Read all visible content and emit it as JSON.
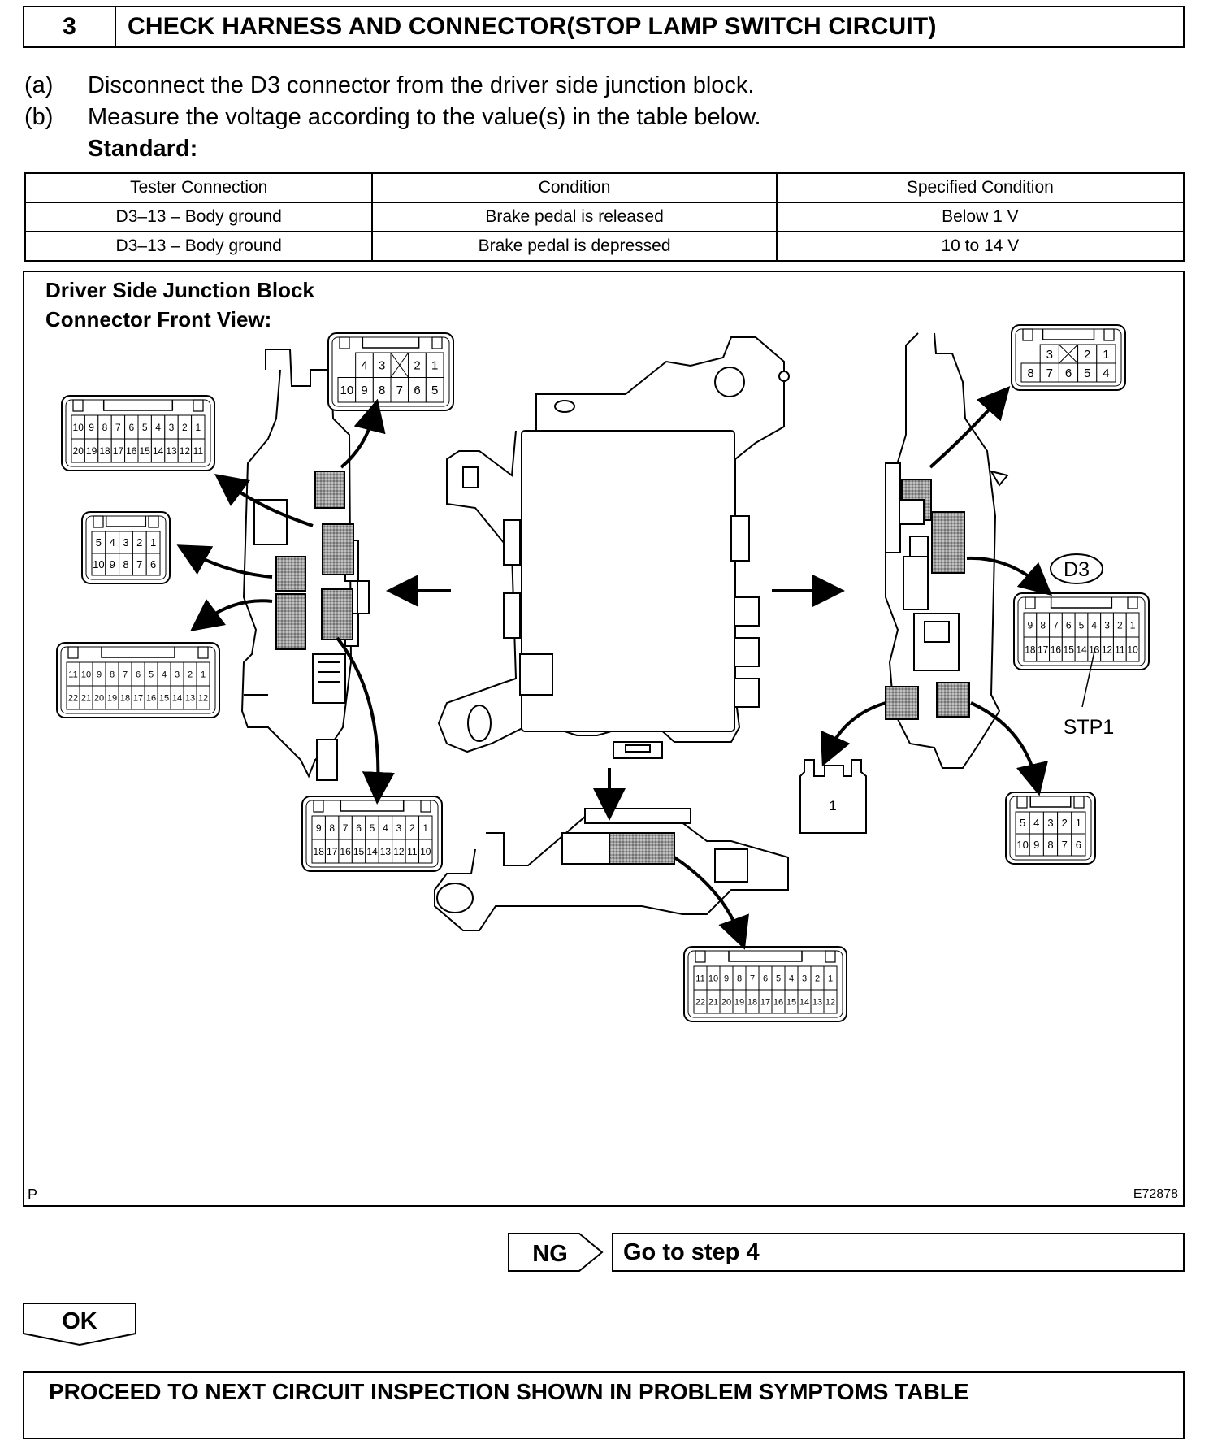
{
  "step": {
    "number": "3",
    "title": "CHECK HARNESS AND CONNECTOR(STOP LAMP SWITCH CIRCUIT)"
  },
  "instructions": [
    {
      "label": "(a)",
      "text": "Disconnect the D3 connector from the driver side junction block."
    },
    {
      "label": "(b)",
      "text": "Measure the voltage according to the value(s) in the table below."
    }
  ],
  "standard_label": "Standard:",
  "spec_table": {
    "headers": [
      "Tester Connection",
      "Condition",
      "Specified Condition"
    ],
    "rows": [
      [
        "D3–13 – Body ground",
        "Brake pedal is released",
        "Below 1 V"
      ],
      [
        "D3–13 – Body ground",
        "Brake pedal is depressed",
        "10 to 14 V"
      ]
    ]
  },
  "figure": {
    "title_line1": "Driver Side Junction Block",
    "title_line2": "Connector Front View:",
    "d3_label": "D3",
    "stp1_label": "STP1",
    "single_pin_label": "1",
    "corner_letter": "P",
    "code": "E72878",
    "connectors": {
      "top_left_row1": [
        "4",
        "3",
        "",
        "2",
        "1"
      ],
      "top_left_row2": [
        "10",
        "9",
        "8",
        "7",
        "6",
        "5"
      ],
      "left_20_row1": [
        "10",
        "9",
        "8",
        "7",
        "6",
        "5",
        "4",
        "3",
        "2",
        "1"
      ],
      "left_20_row2": [
        "20",
        "19",
        "18",
        "17",
        "16",
        "15",
        "14",
        "13",
        "12",
        "11"
      ],
      "left_10_row1": [
        "5",
        "4",
        "3",
        "2",
        "1"
      ],
      "left_10_row2": [
        "10",
        "9",
        "8",
        "7",
        "6"
      ],
      "left_22_row1": [
        "11",
        "10",
        "9",
        "8",
        "7",
        "6",
        "5",
        "4",
        "3",
        "2",
        "1"
      ],
      "left_22_row2": [
        "22",
        "21",
        "20",
        "19",
        "18",
        "17",
        "16",
        "15",
        "14",
        "13",
        "12"
      ],
      "bottom_18_row1": [
        "9",
        "8",
        "7",
        "6",
        "5",
        "4",
        "3",
        "2",
        "1"
      ],
      "bottom_18_row2": [
        "18",
        "17",
        "16",
        "15",
        "14",
        "13",
        "12",
        "11",
        "10"
      ],
      "top_right_row1": [
        "3",
        "",
        "2",
        "1"
      ],
      "top_right_row2": [
        "8",
        "7",
        "6",
        "5",
        "4"
      ],
      "d3_row1": [
        "9",
        "8",
        "7",
        "6",
        "5",
        "4",
        "3",
        "2",
        "1"
      ],
      "d3_row2": [
        "18",
        "17",
        "16",
        "15",
        "14",
        "13",
        "12",
        "11",
        "10"
      ],
      "right_10_row1": [
        "5",
        "4",
        "3",
        "2",
        "1"
      ],
      "right_10_row2": [
        "10",
        "9",
        "8",
        "7",
        "6"
      ],
      "bottom_22_row1": [
        "11",
        "10",
        "9",
        "8",
        "7",
        "6",
        "5",
        "4",
        "3",
        "2",
        "1"
      ],
      "bottom_22_row2": [
        "22",
        "21",
        "20",
        "19",
        "18",
        "17",
        "16",
        "15",
        "14",
        "13",
        "12"
      ]
    }
  },
  "ng_label": "NG",
  "ng_action": "Go to step 4",
  "ok_label": "OK",
  "proceed_text": "PROCEED TO NEXT CIRCUIT INSPECTION SHOWN IN PROBLEM SYMPTOMS TABLE"
}
